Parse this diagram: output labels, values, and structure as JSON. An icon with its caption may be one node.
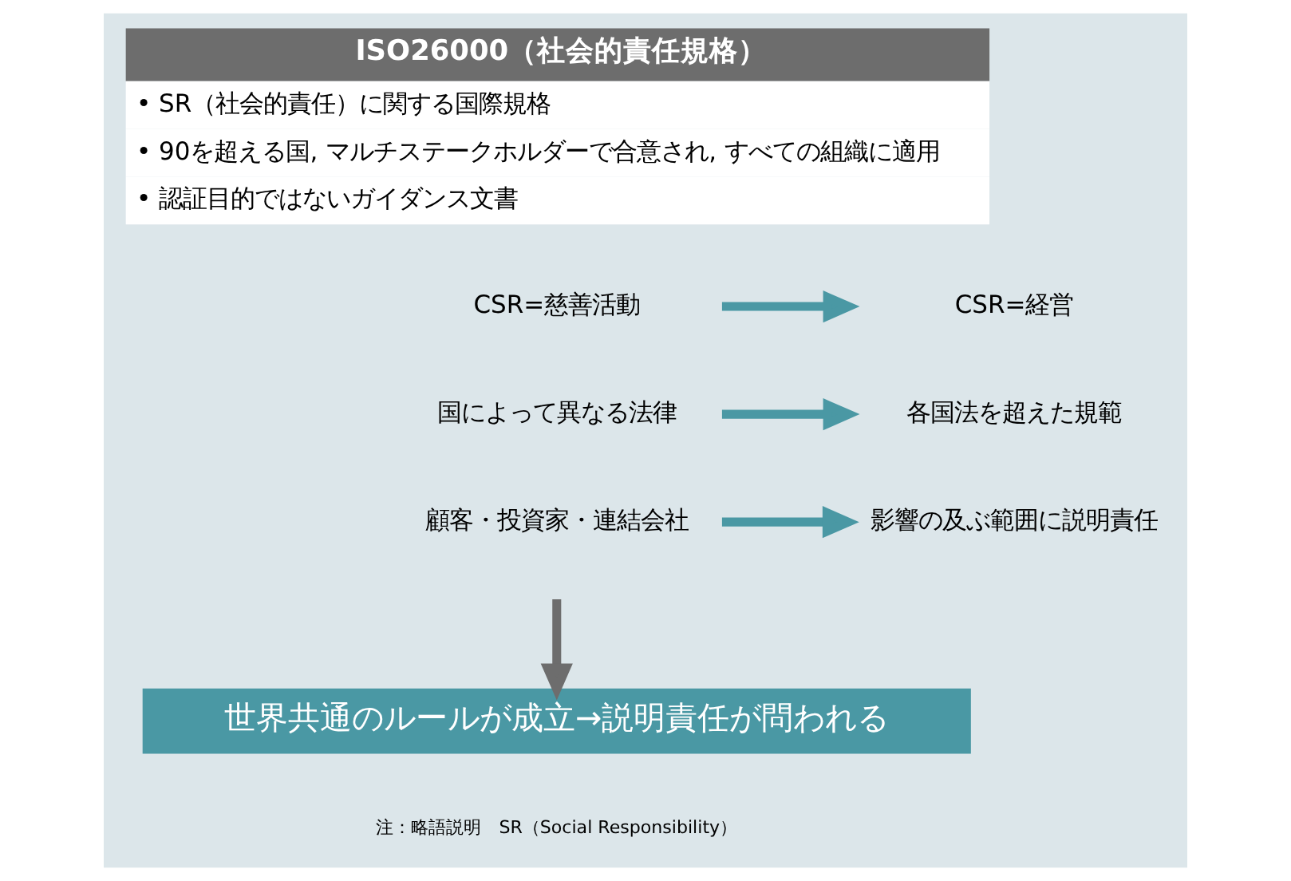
{
  "diagram": {
    "nodes": [
      {
        "text": [
          "ISO26000（社会的責任規格）",
          "• SR（社会的責任）に関する国際規格",
          "• 90を超える国, マルチステークホルダーで合意され, すべての組織に適用",
          "• 認証目的ではないガイダンス文書"
        ]
      },
      {
        "text": [
          "CSR=慈善活動"
        ]
      },
      {
        "text": [
          "CSR=経営"
        ]
      },
      {
        "text": [
          "国によって異なる法律"
        ]
      },
      {
        "text": [
          "各国法を超えた規範"
        ]
      },
      {
        "text": [
          "顧客・投資家・連結会社"
        ]
      },
      {
        "text": [
          "影響の及ぶ範囲に説明責任"
        ]
      },
      {
        "text": [
          "世界共通のルールが成立→説明責任が問われる"
        ]
      }
    ],
    "edges": [
      {
        "from": 1,
        "to": 2,
        "arrow": "to"
      },
      {
        "from": 3,
        "to": 4,
        "arrow": "to"
      },
      {
        "from": 5,
        "to": 6,
        "arrow": "to"
      },
      {
        "from": null,
        "to": 7,
        "arrow": "to",
        "color": "#6d6d6d"
      }
    ],
    "labels": [
      "注：略語説明　SR（Social Responsibility）"
    ]
  }
}
